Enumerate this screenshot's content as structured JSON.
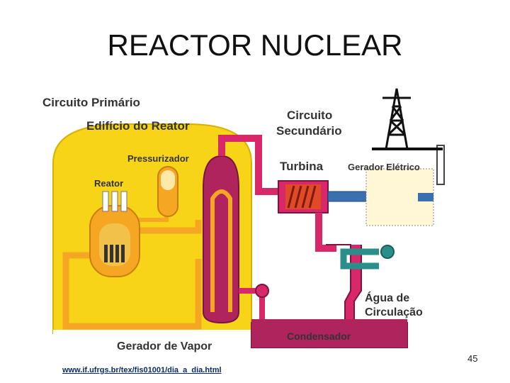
{
  "slide": {
    "title": "REACTOR NUCLEAR",
    "page_number": "45",
    "source_link": "www.if.ufrgs.br/tex/fis01001/dia_a_dia.html"
  },
  "diagram": {
    "labels": {
      "primary_circuit": "Circuito Primário",
      "reactor_building": "Edifício do Reator",
      "secondary_circuit_1": "Circuito",
      "secondary_circuit_2": "Secundário",
      "pressurizer": "Pressurizador",
      "reactor": "Reator",
      "turbine": "Turbina",
      "generator": "Gerador Elétrico",
      "cooling_water_1": "Água de",
      "cooling_water_2": "Circulação",
      "condenser": "Condensador",
      "steam_generator": "Gerador de Vapor"
    },
    "colors": {
      "building": "#f7d417",
      "primary_pipe": "#f5a623",
      "secondary_pipe": "#d8286a",
      "steam_generator": "#b0245e",
      "turbine": "#e04a26",
      "shaft": "#3a6fb0",
      "cooling": "#2a8f8a",
      "generator_box": "#fff7d6",
      "background": "#ffffff"
    }
  }
}
